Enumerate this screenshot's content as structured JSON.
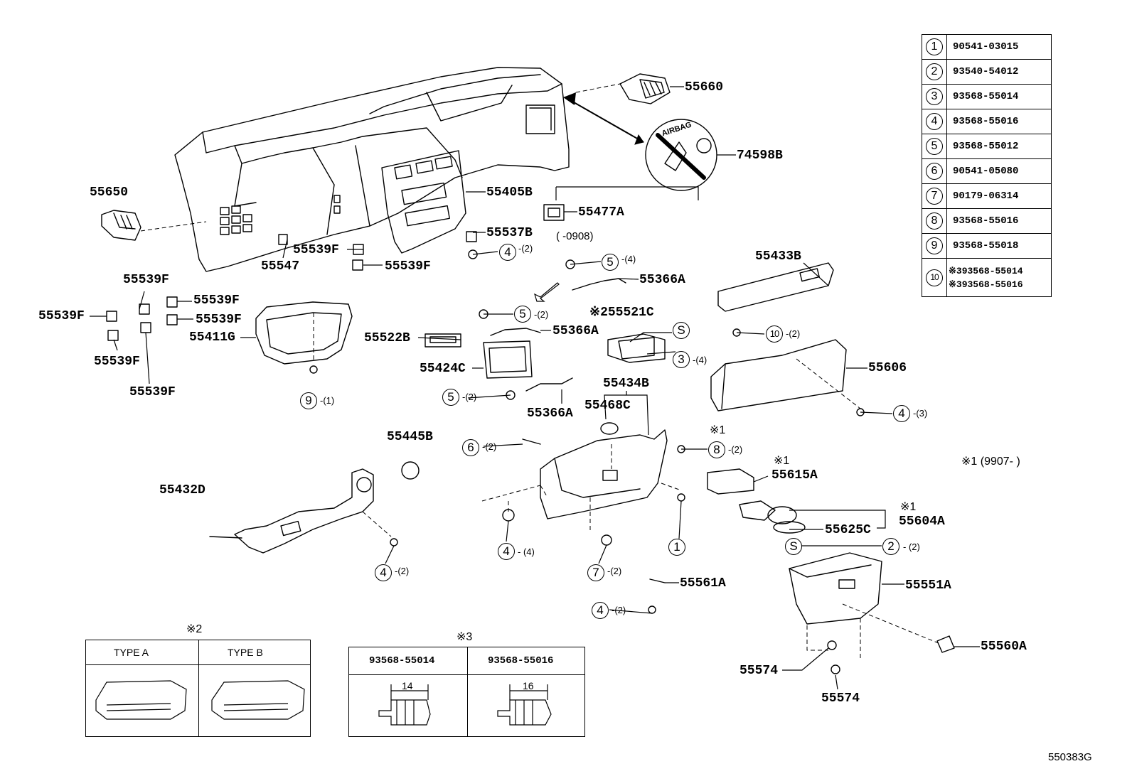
{
  "figure_code": "550383G",
  "labels": {
    "p55660": "55660",
    "p74598B": "74598B",
    "p55650": "55650",
    "p55405B": "55405B",
    "p55477A": "55477A",
    "p55537B": "55537B",
    "p0908": "(     -0908)",
    "p55539F_a": "55539F",
    "p55539F_b": "55539F",
    "p55547": "55547",
    "p55539F_c": "55539F",
    "p55539F_d": "55539F",
    "p55539F_e": "55539F",
    "p55539F_f": "55539F",
    "p55539F_g": "55539F",
    "p55539F_h": "55539F",
    "p55411G": "55411G",
    "p55366A_a": "55366A",
    "p55521C": "※255521C",
    "p55522B": "55522B",
    "p55366A_b": "55366A",
    "p55424C": "55424C",
    "p55433B": "55433B",
    "p55606": "55606",
    "p55434B": "55434B",
    "p55468C": "55468C",
    "p55366A_c": "55366A",
    "p55445B": "55445B",
    "p55432D": "55432D",
    "p55615A": "55615A",
    "p55604A": "55604A",
    "p55625C": "55625C",
    "p55561A": "55561A",
    "p55551A": "55551A",
    "p55560A": "55560A",
    "p55574_a": "55574",
    "p55574_b": "55574",
    "note1_a": "※1",
    "note1_b": "※1",
    "note1_c": "※1",
    "note1_range": "※1 (9907-      )",
    "note2": "※2",
    "note3": "※3"
  },
  "callouts": {
    "c4a": {
      "num": "4",
      "qty": "-(2)"
    },
    "c5a": {
      "num": "5",
      "qty": "-(4)"
    },
    "c5b": {
      "num": "5",
      "qty": "-(2)"
    },
    "cS1": {
      "num": "S"
    },
    "c3": {
      "num": "3",
      "qty": "-(4)"
    },
    "c10": {
      "num": "10",
      "qty": "-(2)"
    },
    "c9": {
      "num": "9",
      "qty": "-(1)"
    },
    "c5c": {
      "num": "5",
      "qty": "-(2)"
    },
    "c4b": {
      "num": "4",
      "qty": "-(3)"
    },
    "c6": {
      "num": "6",
      "qty": "-(2)"
    },
    "c8": {
      "num": "8",
      "qty": "-(2)"
    },
    "c4c": {
      "num": "4",
      "qty": "-(2)"
    },
    "c4d": {
      "num": "4",
      "qty": "-  (4)"
    },
    "c1": {
      "num": "1"
    },
    "c7": {
      "num": "7",
      "qty": "-(2)"
    },
    "cS2": {
      "num": "S"
    },
    "c2": {
      "num": "2",
      "qty": "-  (2)"
    },
    "c4e": {
      "num": "4",
      "qty": "-(2)"
    }
  },
  "ref_table": [
    {
      "num": "1",
      "part": "90541-03015"
    },
    {
      "num": "2",
      "part": "93540-54012"
    },
    {
      "num": "3",
      "part": "93568-55014"
    },
    {
      "num": "4",
      "part": "93568-55016"
    },
    {
      "num": "5",
      "part": "93568-55012"
    },
    {
      "num": "6",
      "part": "90541-05080"
    },
    {
      "num": "7",
      "part": "90179-06314"
    },
    {
      "num": "8",
      "part": "93568-55016"
    },
    {
      "num": "9",
      "part": "93568-55018"
    },
    {
      "num": "10",
      "part": "※393568-55014",
      "part2": "※393568-55016"
    }
  ],
  "type_box": {
    "type_a": "TYPE  A",
    "type_b": "TYPE  B"
  },
  "screw_box": {
    "col1": "93568-55014",
    "col2": "93568-55016",
    "dim1": "14",
    "dim2": "16"
  },
  "airbag_text": "AIRBAG"
}
